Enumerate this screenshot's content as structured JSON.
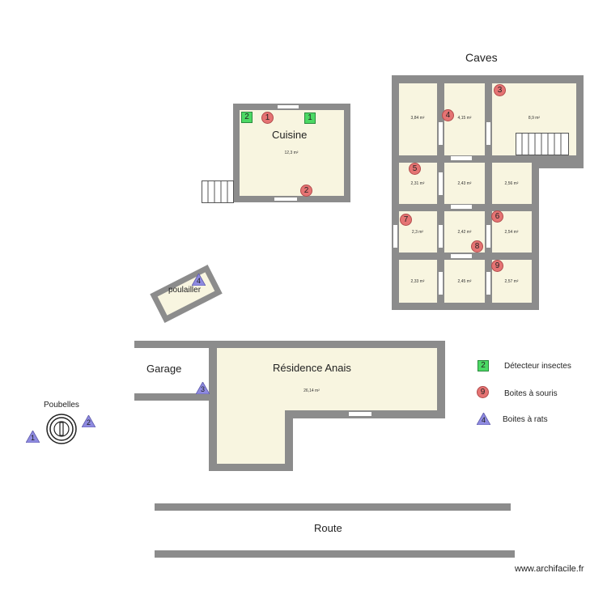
{
  "labels": {
    "caves": "Caves",
    "cuisine": "Cuisine",
    "poulailler": "poulailler",
    "garage": "Garage",
    "residence": "Résidence Anais",
    "poubelles": "Poubelles",
    "route": "Route",
    "watermark": "www.archifacile.fr"
  },
  "areas": {
    "cuisine": "12,3 m²",
    "residence": "26,14 m²",
    "cave_a": "3,84 m²",
    "cave_b": "4,15 m²",
    "cave_c": "8,9 m²",
    "cave_d": "2,31 m²",
    "cave_e": "2,43 m²",
    "cave_f": "2,56 m²",
    "cave_g": "2,3 m²",
    "cave_h": "2,42 m²",
    "cave_i": "2,54 m²",
    "cave_j": "2,33 m²",
    "cave_k": "2,45 m²",
    "cave_l": "2,57 m²"
  },
  "markers": {
    "insect_1": "2",
    "insect_2": "1",
    "mouse_1": "1",
    "mouse_2": "2",
    "mouse_3": "3",
    "mouse_4": "4",
    "mouse_5": "5",
    "mouse_6": "6",
    "mouse_7": "7",
    "mouse_8": "8",
    "mouse_9": "9",
    "rat_1": "1",
    "rat_2": "2",
    "rat_3": "3",
    "rat_4": "4"
  },
  "legend": {
    "insect_number": "2",
    "insect_label": "Détecteur insectes",
    "mouse_number": "9",
    "mouse_label": "Boites à souris",
    "rat_number": "4",
    "rat_label": "Boites à rats"
  },
  "colors": {
    "wall": "#8c8c8c",
    "room_fill": "#f8f5e0",
    "insect_marker": "#4cd964",
    "mouse_marker": "#e57373",
    "rat_marker": "#8e8ae0"
  }
}
